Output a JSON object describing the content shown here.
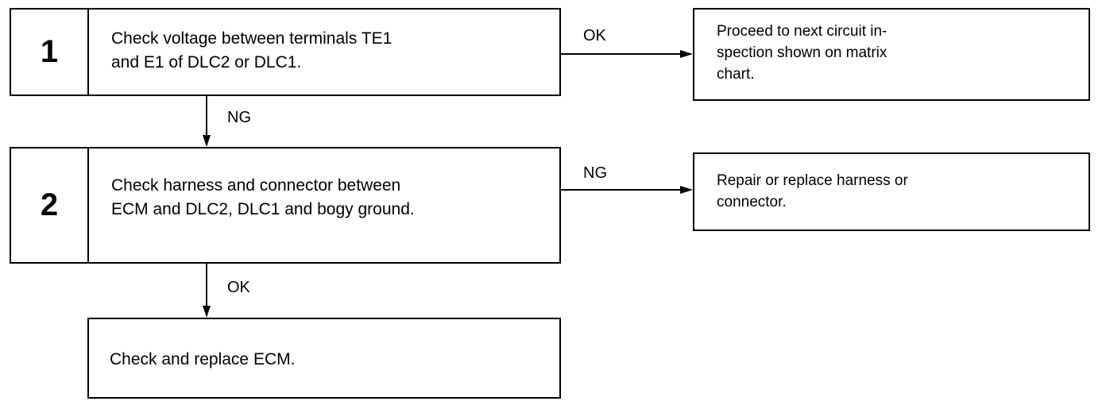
{
  "steps": [
    {
      "number": "1",
      "text": "Check voltage between terminals TE1\nand E1 of DLC2 or DLC1."
    },
    {
      "number": "2",
      "text": "Check harness and connector between\nECM and DLC2, DLC1 and bogy ground."
    }
  ],
  "final_box": {
    "text": "Check and replace ECM."
  },
  "results": [
    {
      "text": "Proceed to next circuit in-\nspection shown on matrix\nchart."
    },
    {
      "text": "Repair or replace harness or\nconnector."
    }
  ],
  "labels": {
    "step1_right": "OK",
    "step1_down": "NG",
    "step2_right": "NG",
    "step2_down": "OK"
  }
}
